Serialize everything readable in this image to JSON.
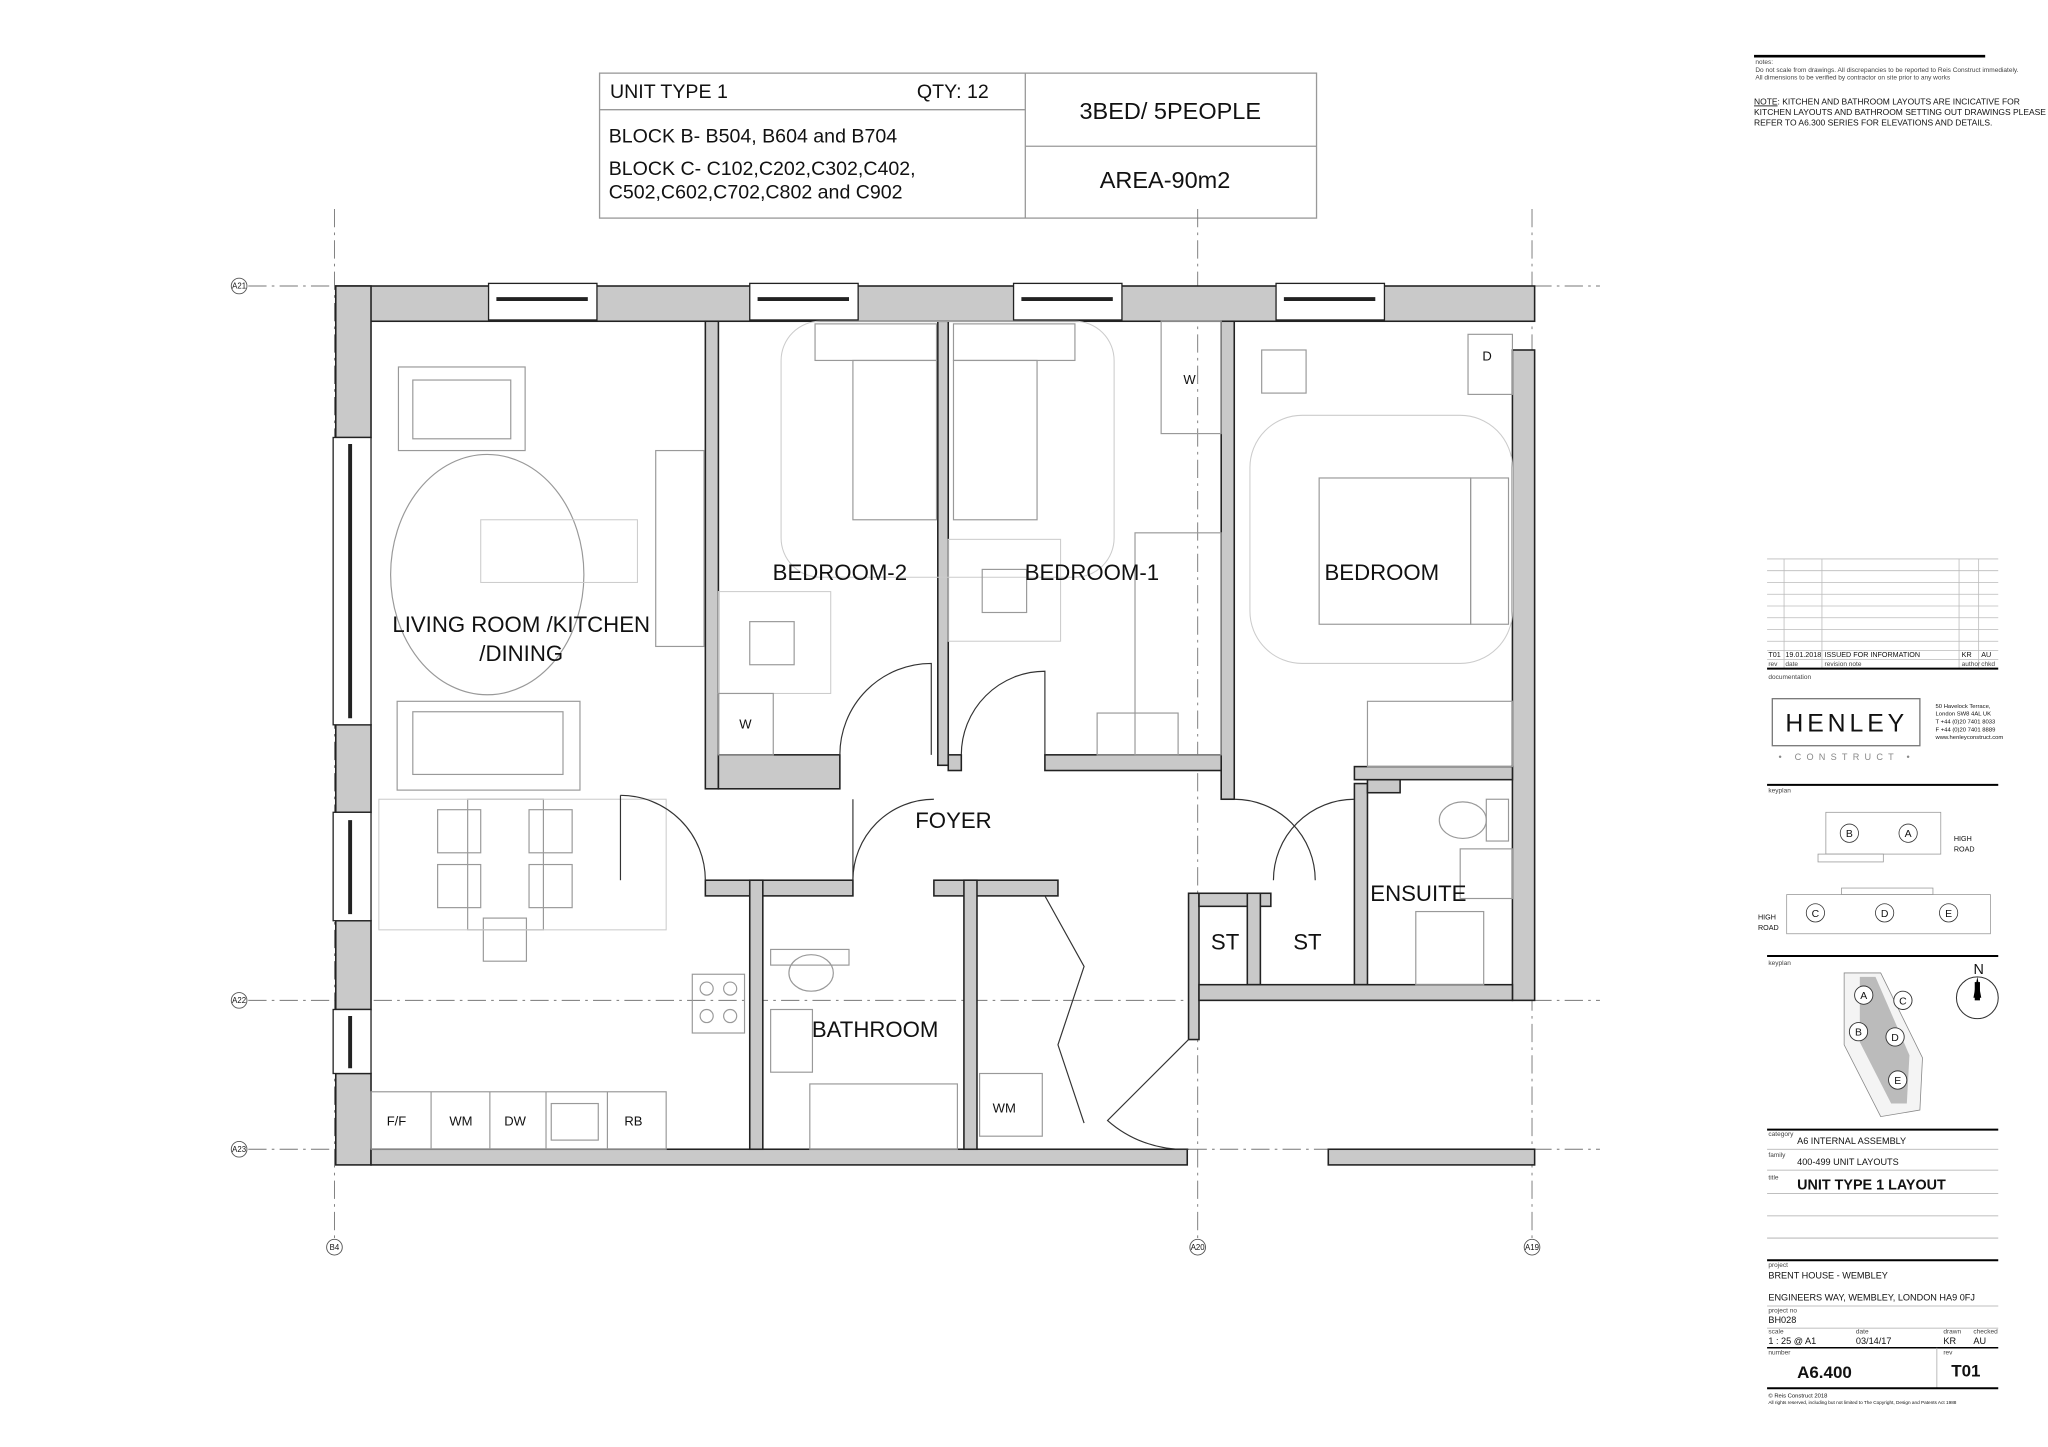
{
  "schedule": {
    "unit_type": "UNIT TYPE 1",
    "qty": "QTY: 12",
    "block_b": "BLOCK B- B504, B604 and B704",
    "block_c_line1": "BLOCK C- C102,C202,C302,C402,",
    "block_c_line2": "C502,C602,C702,C802 and C902",
    "beds": "3BED/ 5PEOPLE",
    "area": "AREA-90m2"
  },
  "grid_labels": {
    "a21": "A21",
    "a22": "A22",
    "a23": "A23",
    "b4": "B4",
    "a20": "A20",
    "a19": "A19"
  },
  "rooms": {
    "living1": "LIVING ROOM /KITCHEN",
    "living2": "/DINING",
    "bedroom2": "BEDROOM-2",
    "bedroom1": "BEDROOM-1",
    "bedroom": "BEDROOM",
    "foyer": "FOYER",
    "bathroom": "BATHROOM",
    "st1": "ST",
    "st2": "ST",
    "ensuite": "ENSUITE"
  },
  "appliances": {
    "ff": "F/F",
    "wm": "WM",
    "dw": "DW",
    "rb": "RB",
    "w1": "W",
    "w2": "W",
    "d": "D",
    "wm2": "WM"
  },
  "notes": {
    "label": "notes:",
    "line1": "Do not scale from drawings. All discrepancies to be reported to Reis Construct immediately.",
    "line2": "All dimensions to be verified by contractor on site prior to any works",
    "note_key": "NOTE",
    "note1": ": KITCHEN AND BATHROOM LAYOUTS ARE INCICATIVE FOR",
    "note2": "KITCHEN LAYOUTS AND BATHROOM SETTING OUT DRAWINGS PLEASE",
    "note3": "REFER TO A6.300 SERIES FOR ELEVATIONS AND DETAILS."
  },
  "revision": {
    "rev": "T01",
    "date": "19.01.2018",
    "note": "ISSUED FOR INFORMATION",
    "author": "KR",
    "checked": "AU",
    "h_rev": "rev",
    "h_date": "date",
    "h_note": "revision note",
    "h_author": "author",
    "h_checked": "chkd"
  },
  "documentation_label": "documentation",
  "company": {
    "name": "HENLEY",
    "sub": "• CONSTRUCT •",
    "addr1": "50 Havelock Terrace,",
    "addr2": "London SW8 4AL UK",
    "tel": "T +44 (0)20 7401 8033",
    "fax": "F +44 (0)20 7401 8889",
    "web": "www.henleyconstruct.com"
  },
  "keyplan": {
    "label": "keyplan",
    "b": "B",
    "a": "A",
    "c": "C",
    "d": "D",
    "e": "E",
    "high_road1": "HIGH",
    "high_road2": "ROAD",
    "high_road3": "HIGH",
    "high_road4": "ROAD"
  },
  "keyplan2": {
    "label": "keyplan",
    "a": "A",
    "b": "B",
    "c": "C",
    "d": "D",
    "e": "E",
    "north": "N"
  },
  "titleblock": {
    "category_label": "category",
    "category": "A6 INTERNAL ASSEMBLY",
    "family_label": "family",
    "family": "400-499 UNIT LAYOUTS",
    "title_label": "title",
    "title": "UNIT TYPE 1 LAYOUT",
    "project_label": "project",
    "project": "BRENT HOUSE - WEMBLEY",
    "address": "ENGINEERS WAY, WEMBLEY, LONDON HA9 0FJ",
    "project_no_label": "project no",
    "project_no": "BH028",
    "scale_label": "scale",
    "scale": "1 : 25 @ A1",
    "date_label": "date",
    "date": "03/14/17",
    "drawn_label": "drawn",
    "drawn": "KR",
    "checked_label": "checked",
    "checked": "AU",
    "number_label": "number",
    "number": "A6.400",
    "rev_label": "rev",
    "rev": "T01",
    "copyright": "© Reis Construct 2018",
    "rights": "All rights reserved, including but not limited to The Copyright, Design and Patents Act 1988"
  }
}
